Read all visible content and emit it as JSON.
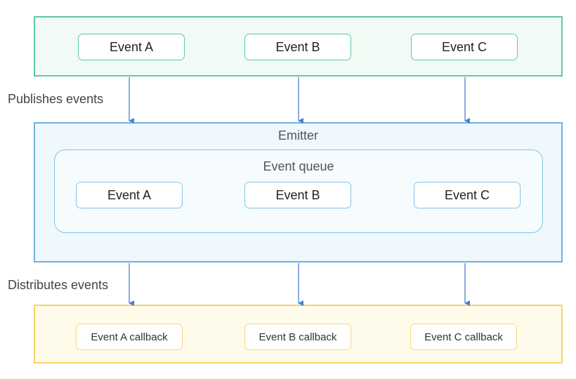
{
  "publishers": {
    "events": [
      {
        "label": "Event A"
      },
      {
        "label": "Event B"
      },
      {
        "label": "Event C"
      }
    ]
  },
  "flows": {
    "publish_label": "Publishes events",
    "distribute_label": "Distributes events"
  },
  "emitter": {
    "title": "Emitter",
    "queue": {
      "title": "Event queue",
      "events": [
        {
          "label": "Event A"
        },
        {
          "label": "Event B"
        },
        {
          "label": "Event C"
        }
      ]
    }
  },
  "subscribers": {
    "callbacks": [
      {
        "label": "Event A callback"
      },
      {
        "label": "Event B callback"
      },
      {
        "label": "Event C callback"
      }
    ]
  },
  "colors": {
    "publisher_border": "#5fc8a8",
    "emitter_border": "#6fb0dd",
    "subscriber_border": "#f6d36a",
    "arrow": "#4a7fd0"
  }
}
